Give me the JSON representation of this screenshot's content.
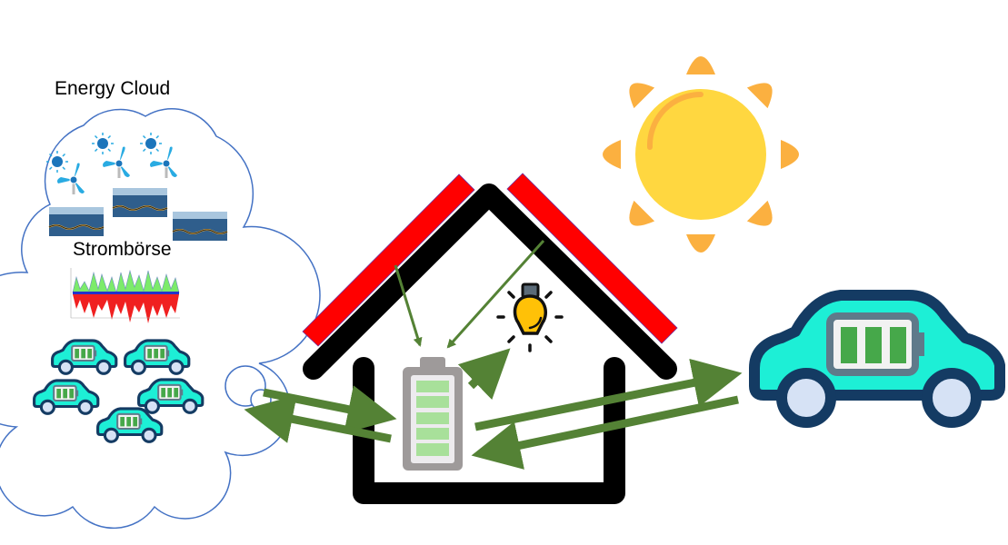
{
  "cloud": {
    "title": "Energy Cloud",
    "market_label": "Strombörse"
  },
  "colors": {
    "cloud_outline": "#4472C4",
    "arrow": "#548235",
    "roof": "#000000",
    "solar_panel": "#FF0000",
    "sun": "#FFD740",
    "sun_rays": "#FBB040",
    "car_body": "#1DEFD6",
    "car_outline": "#143B63",
    "battery_cell": "#A8E09A"
  },
  "icons": [
    "cloud-icon",
    "sun-icon",
    "wind-turbine-icon",
    "solar-panel-icon",
    "price-chart-icon",
    "electric-car-icon",
    "house-icon",
    "battery-icon",
    "light-bulb-icon"
  ],
  "house_battery_cells": 5,
  "car_battery_cells": 3
}
